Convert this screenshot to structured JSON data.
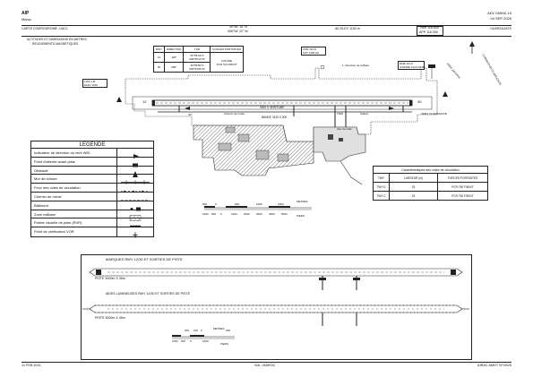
{
  "header": {
    "aip": "AIP",
    "country": "Maroc",
    "ad_ref": "AD2 GMMZ-15",
    "date": "04 SEP 2025",
    "chart_title": "CARTE D'AERODROME -OACI-",
    "arp_lat": "30°56 '14\" N",
    "arp_lon": "006°54' 22\" W",
    "ad_elev": "AD ELEV 1153 m",
    "twr_freq": "TWR 118.800",
    "app_freq": "APP 118.300",
    "city": "OUARZAZATE"
  },
  "notes": {
    "line1": "ALTITUDES ET DIMENSIONS EN METRES",
    "line2": "RELEVEMENTS MAGNETIQUES"
  },
  "runway_table": {
    "headers": [
      "RWY",
      "DIRECTION",
      "THR",
      "FORCES PORTANTES"
    ],
    "rows": [
      {
        "rwy": "12",
        "dir": "118°",
        "thr": "30°56'19\"N 006°55'22\"W"
      },
      {
        "rwy": "30",
        "dir": "298°",
        "thr": "30°55'50\"N 006°54'05\"W"
      }
    ],
    "strength_line1": "DITUME",
    "strength_line2": "PCR 720 F/B/X/T"
  },
  "labels": {
    "rwy12": "12",
    "rwy30": "30",
    "runway_dim": "3000 X 45 BITUME",
    "strip_dim": "BANDE 3120 X 300",
    "vor_box": "VOR 113.8",
    "vor_box2": "OZT 1150 HZ",
    "elev_left1": "1151.3 M",
    "elev_left2": "ELEV 1150",
    "taxiway_road": "Chemin de ronde",
    "gp": "GP",
    "twr": "TWR",
    "station": "Station",
    "tarmac": "Aire de trafic",
    "dir_left": "1. Direction de la Base",
    "towards": "VERS ZAGORA",
    "towards2": "CARREFOUR OUARZAZATE",
    "ils_box": "DME 110.9",
    "ils_box2": "ILS/DME 110.9 MHZ",
    "vers_ouarzazate": "VERS OUARZAZATE"
  },
  "legend": {
    "title": "LEGENDE",
    "items": [
      "Indicateur de direction du vent WDI",
      "Point d'attente avant piste",
      "Obstacle",
      "Mur de clôture",
      "Feux des voies de circulation",
      "Chemin de ronde",
      "Bâtiment",
      "Zone militaire",
      "Portée visuelle de piste (RVR)",
      "Point de vérification VOR"
    ]
  },
  "taxiway_table": {
    "caption": "Caractéristiques des voies de circulation",
    "headers": [
      "TWY",
      "LARGEUR (m)",
      "FORCES PORTANTES"
    ],
    "rows": [
      {
        "twy": "TWY D",
        "width": "23",
        "strength": "PCR 750 F/B/X/T"
      },
      {
        "twy": "TWY C",
        "width": "23",
        "strength": "PCR 750 F/B/X/T"
      }
    ]
  },
  "scale1": {
    "unit_top": "METRES",
    "unit_bottom": "PIEDS",
    "ticks_top": [
      "500",
      "0",
      "500",
      "1000",
      "1500"
    ],
    "ticks_bottom": [
      "1000",
      "500",
      "0",
      "1000",
      "2000",
      "3000",
      "4000",
      "5000"
    ]
  },
  "markings": {
    "title1": "MARQUES RWY 12/30   ET SORTIES DE PISTE",
    "piste1": "PISTE 3000m X 45m",
    "title2": "AIDES LUMINEUSES RWY 12/30   ET SORTIES DE PISTE",
    "piste2": "PISTE 3000m X 45m"
  },
  "scale2": {
    "unit_top": "METRES",
    "unit_bottom": "PIEDS",
    "ticks_top": [
      "200",
      "100",
      "0",
      "200"
    ],
    "ticks_bottom": [
      "1000",
      "500",
      "0",
      "1000"
    ]
  },
  "footer": {
    "date": "11 FEB 2021",
    "center": "SIA - MAROC",
    "right": "AIRAC AMDT N°09/25"
  }
}
